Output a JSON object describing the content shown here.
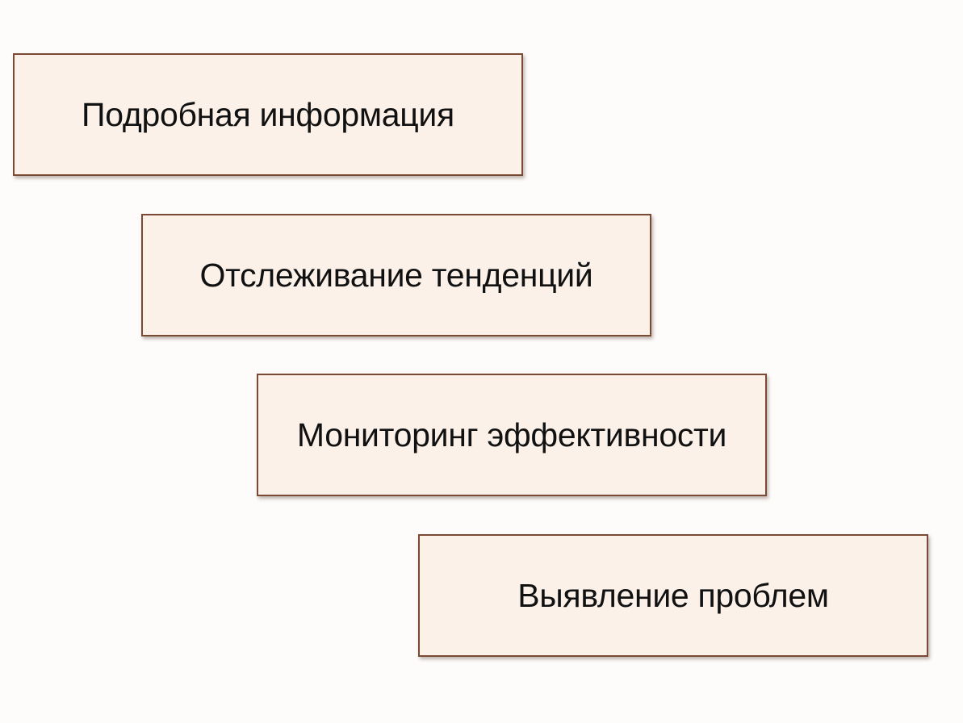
{
  "steps": [
    {
      "label": "Подробная информация"
    },
    {
      "label": "Отслеживание тенденций"
    },
    {
      "label": "Мониторинг эффективности"
    },
    {
      "label": "Выявление проблем"
    }
  ],
  "colors": {
    "background": "#fdfcfb",
    "box_fill": "#fbf1e9",
    "box_border": "#7a4a35",
    "text": "#111111"
  }
}
